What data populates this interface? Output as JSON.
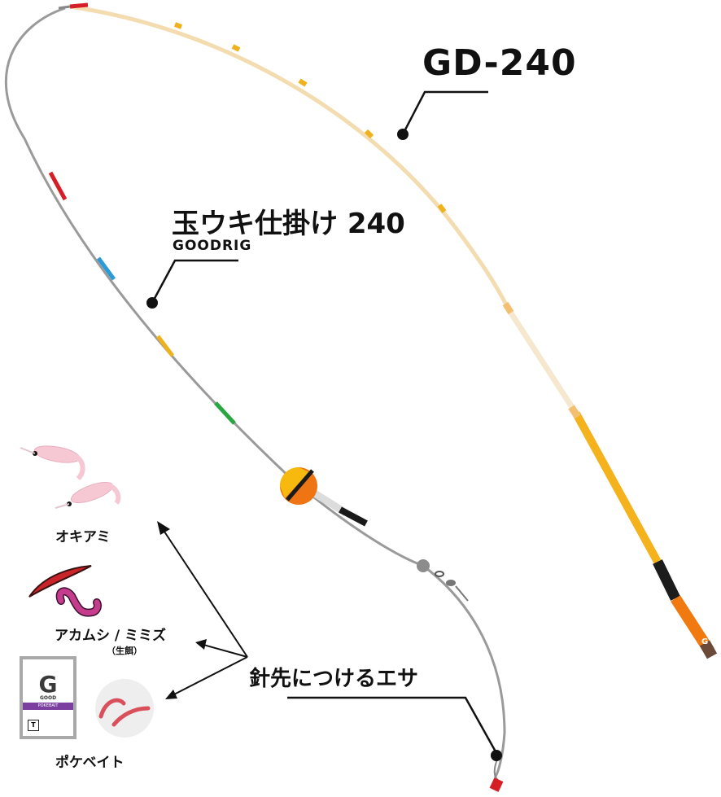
{
  "rod": {
    "name": "GD-240",
    "colors": {
      "tip_section": "#f3dcb0",
      "mid_section": "#f6e8cf",
      "butt_section": "#f4b21c",
      "grip_black": "#1c1c1c",
      "handle_orange": "#f07a10",
      "tip_top": "#d41f26"
    }
  },
  "rig": {
    "name": "玉ウキ仕掛け 240",
    "brand": "GOODRIG",
    "line_color": "#9a9a9a",
    "line_markers": [
      "#d41f26",
      "#2a9ad8",
      "#f0b21c",
      "#2aa640"
    ],
    "float_colors": {
      "top": "#f8b90e",
      "bottom": "#ee7414",
      "band": "#1a1a1a"
    }
  },
  "bait": {
    "heading": "針先につけるエサ",
    "items": [
      {
        "name": "オキアミ",
        "note": ""
      },
      {
        "name": "アカムシ / ミミズ",
        "note": "（生餌）"
      },
      {
        "name": "ポケベイト",
        "note": ""
      }
    ],
    "package": {
      "letter": "G",
      "brand": "GOOD",
      "band_text": "POKEBAIT"
    }
  }
}
